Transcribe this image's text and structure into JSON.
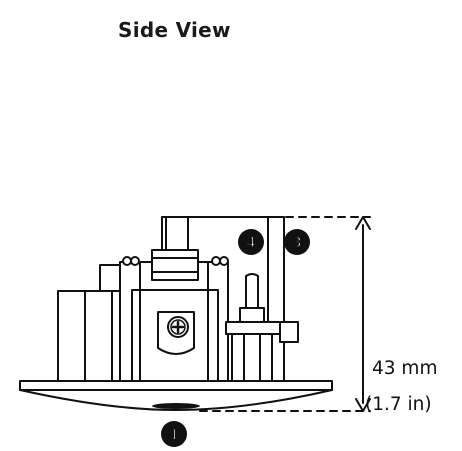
{
  "title": "Side View",
  "dimension": {
    "metric": "43 mm",
    "imperial": "(1.7 in)"
  },
  "callouts": [
    {
      "id": "callout-1",
      "label": "1"
    },
    {
      "id": "callout-3",
      "label": "3"
    },
    {
      "id": "callout-4",
      "label": "4"
    }
  ],
  "colors": {
    "line": "#111111",
    "background": "#ffffff"
  }
}
